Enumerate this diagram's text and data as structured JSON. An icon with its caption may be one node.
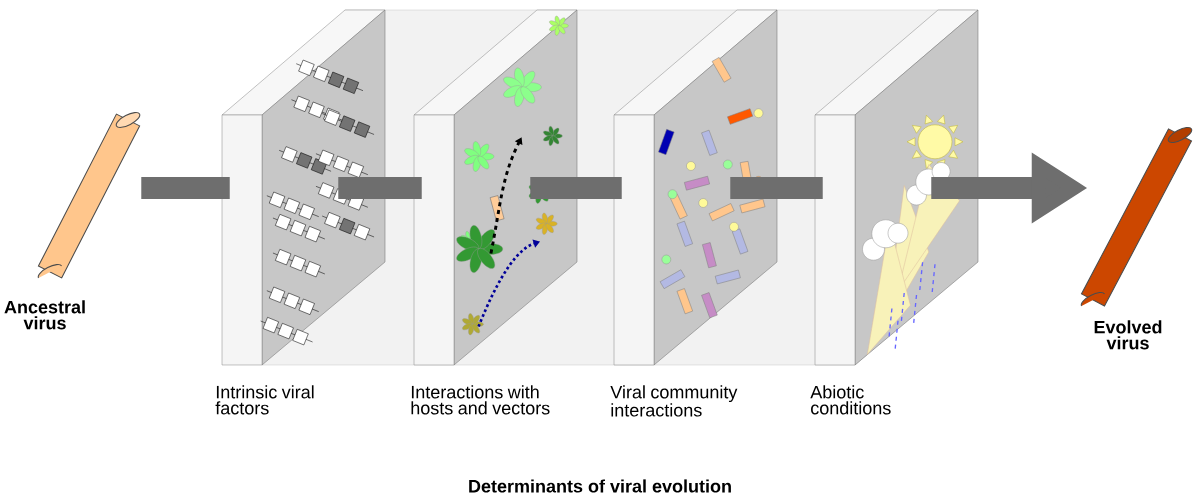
{
  "diagram": {
    "caption": "Determinants of viral evolution",
    "nodes": [
      {
        "text": [],
        "shape": "picture",
        "beside": [
          "Ancestral virus"
        ]
      },
      {
        "text": [],
        "shape": "picture",
        "beside": [
          "Intrinsic viral factors"
        ]
      },
      {
        "text": [],
        "shape": "picture",
        "beside": [
          "Interactions with hosts and vectors"
        ]
      },
      {
        "text": [],
        "shape": "picture",
        "beside": [
          "Viral community interactions"
        ]
      },
      {
        "text": [],
        "shape": "picture",
        "beside": [
          "Abiotic conditions"
        ]
      },
      {
        "text": [],
        "shape": "picture",
        "beside": [
          "Evolved virus"
        ]
      }
    ],
    "edges": [
      {
        "from": 0,
        "to": 1,
        "arrow": "none"
      },
      {
        "from": 1,
        "to": 2,
        "arrow": "none"
      },
      {
        "from": 2,
        "to": 3,
        "arrow": "none"
      },
      {
        "from": 3,
        "to": 4,
        "arrow": "none"
      },
      {
        "from": 4,
        "to": 5,
        "arrow": "to"
      }
    ]
  }
}
